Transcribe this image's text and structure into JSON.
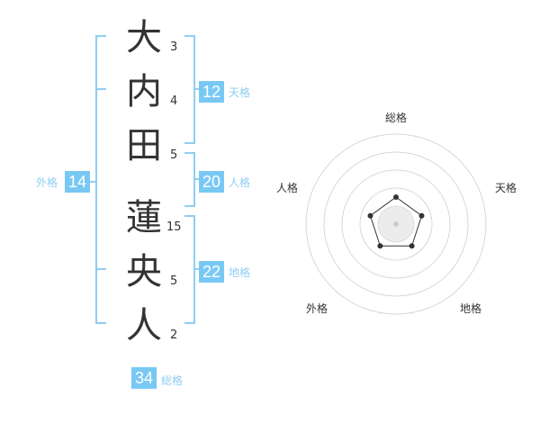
{
  "name": {
    "characters": [
      {
        "char": "大",
        "strokes": "3"
      },
      {
        "char": "内",
        "strokes": "4"
      },
      {
        "char": "田",
        "strokes": "5"
      },
      {
        "char": "蓮",
        "strokes": "15"
      },
      {
        "char": "央",
        "strokes": "5"
      },
      {
        "char": "人",
        "strokes": "2"
      }
    ]
  },
  "fortunes": {
    "tenkaku": {
      "value": "12",
      "label": "天格"
    },
    "jinkaku": {
      "value": "20",
      "label": "人格"
    },
    "chikaku": {
      "value": "22",
      "label": "地格"
    },
    "gaikaku": {
      "value": "14",
      "label": "外格"
    },
    "soukaku": {
      "value": "34",
      "label": "総格"
    }
  },
  "radar": {
    "labels": {
      "top": "総格",
      "right": "天格",
      "bottom_right": "地格",
      "bottom_left": "外格",
      "left": "人格"
    },
    "levels": {
      "soukaku": 0.3,
      "tenkaku": 0.3,
      "chikaku": 0.3,
      "gaikaku": 0.3,
      "jinkaku": 0.3
    }
  },
  "colors": {
    "accent": "#8fcdf2",
    "badge": "#79c8f4",
    "bracket": "#8fcdf2",
    "text": "#333333"
  }
}
